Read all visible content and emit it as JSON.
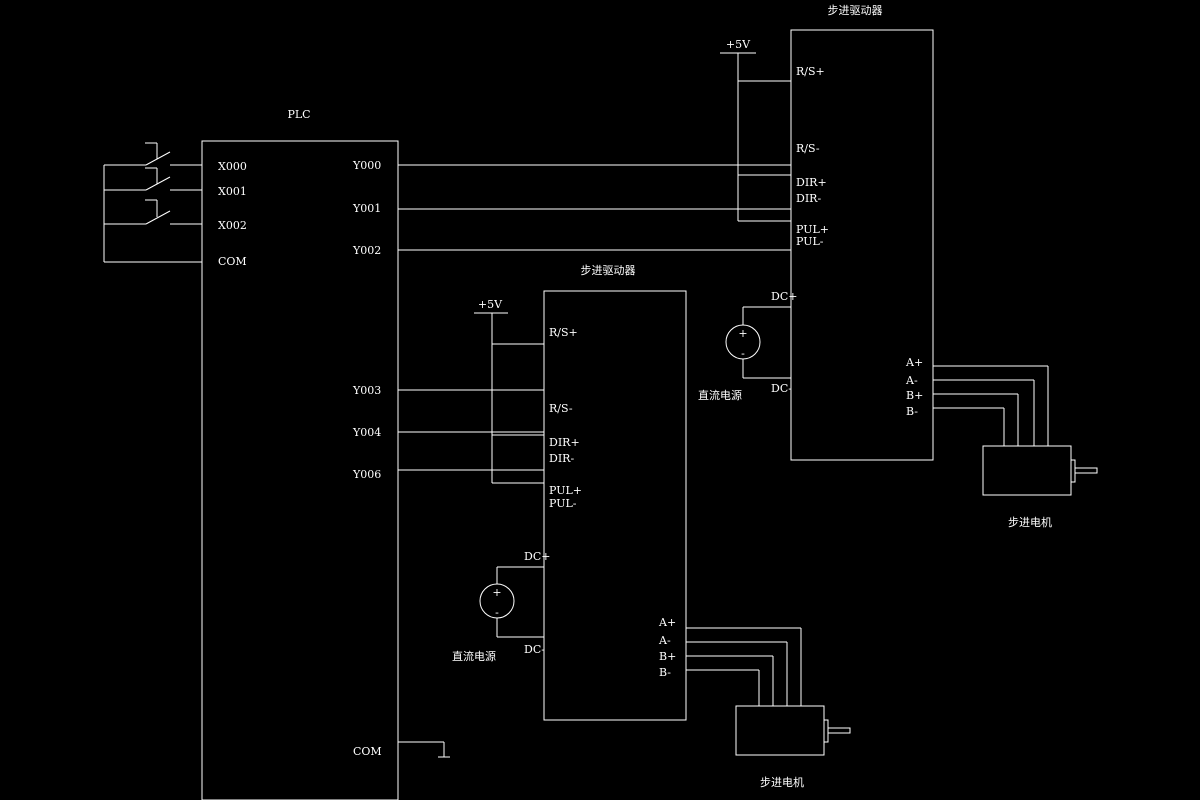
{
  "plc": {
    "title": "PLC",
    "inputs": [
      "X000",
      "X001",
      "X002"
    ],
    "com_in": "COM",
    "outputs": [
      "Y000",
      "Y001",
      "Y002",
      "Y003",
      "Y004",
      "Y006"
    ],
    "com_out": "COM"
  },
  "driver1": {
    "title": "步进驱动器",
    "vcc": "+5V",
    "pins_left": [
      "R/S+",
      "R/S-",
      "DIR+",
      "DIR-",
      "PUL+",
      "PUL-",
      "DC+",
      "DC-"
    ],
    "pins_right": [
      "A+",
      "A-",
      "B+",
      "B-"
    ],
    "psu_label": "直流电源",
    "motor_label": "步进电机"
  },
  "driver2": {
    "title": "步进驱动器",
    "vcc": "+5V",
    "pins_left": [
      "R/S+",
      "R/S-",
      "DIR+",
      "DIR-",
      "PUL+",
      "PUL-",
      "DC+",
      "DC-"
    ],
    "pins_right": [
      "A+",
      "A-",
      "B+",
      "B-"
    ],
    "psu_label": "直流电源",
    "motor_label": "步进电机"
  },
  "psu_symbol": {
    "plus": "+",
    "minus": "-"
  },
  "colors": {
    "background": "#000000",
    "line": "#ffffff"
  }
}
